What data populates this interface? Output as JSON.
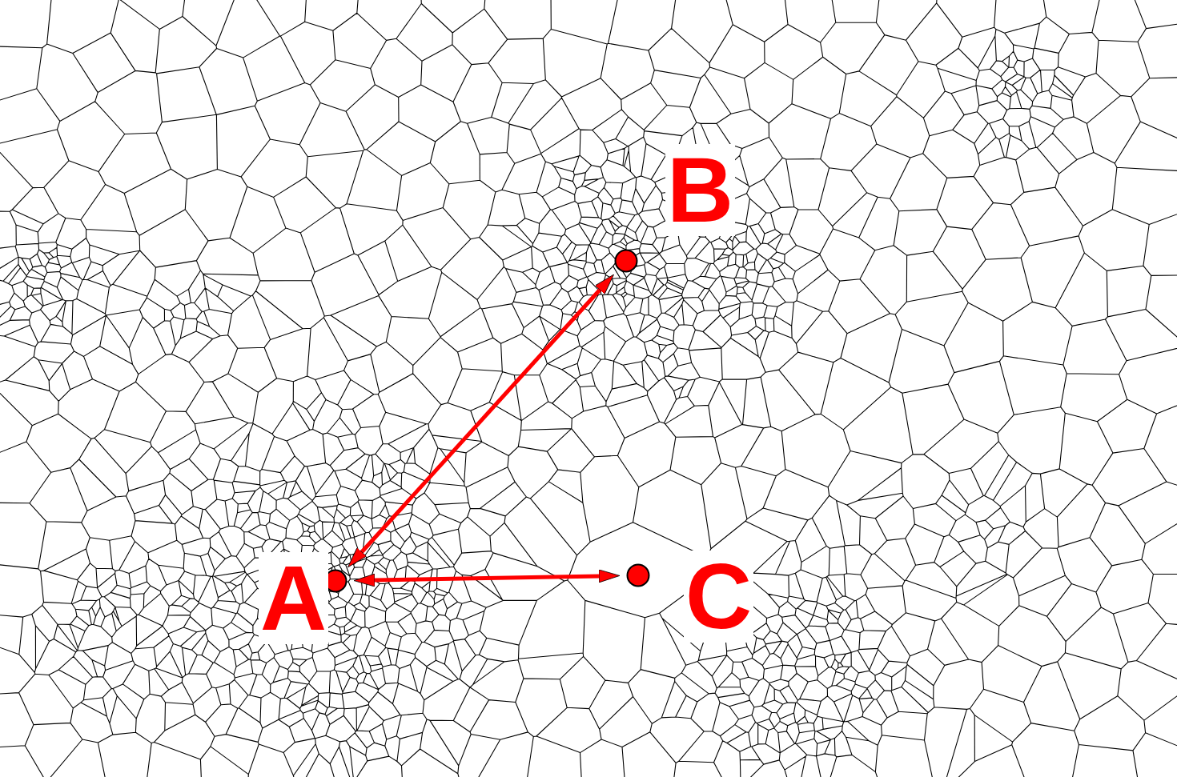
{
  "diagram": {
    "nodes": [
      {
        "text": [
          "A"
        ]
      },
      {
        "text": [
          "B"
        ]
      },
      {
        "text": [
          "C"
        ]
      }
    ],
    "edges": [
      {
        "from": 0,
        "to": 1,
        "arrow": "both"
      },
      {
        "from": 0,
        "to": 2,
        "arrow": "both"
      }
    ]
  }
}
